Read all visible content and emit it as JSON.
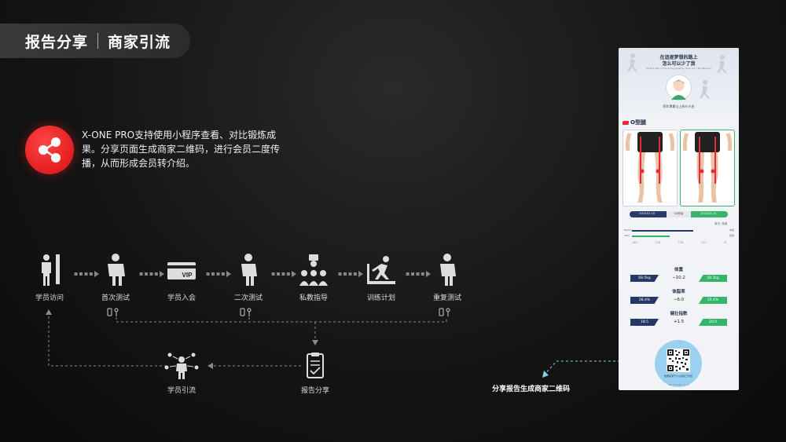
{
  "header": {
    "title_left": "报告分享",
    "title_right": "商家引流"
  },
  "description": "X-ONE PRO支持使用小程序查看、对比锻炼成果。分享页面生成商家二维码，进行会员二度传播，从而形成会员转介绍。",
  "flow": {
    "steps": [
      "学员访问",
      "首次测试",
      "学员入会",
      "二次测试",
      "私教指导",
      "训练计划",
      "重复测试"
    ],
    "vip_text": "VIP",
    "report": "报告分享",
    "referral": "学员引流"
  },
  "caption": "分享报告生成商家二维码",
  "report": {
    "headline_1": "在追逐梦想的路上",
    "headline_2": "怎么可以少了我",
    "headline_sub": "On the Way of Pursuing Dreams, How Can I Be Absent?",
    "user_name": "阿尔卑斯山上的小小白",
    "tag": "O型腿",
    "date_before": "2018.02.10",
    "interval": "10天后",
    "date_after": "2018.02.20",
    "unit": "单位: 角度",
    "chart_rows": [
      {
        "label": "Before",
        "right": "中度"
      },
      {
        "label": "After",
        "right": "轻微"
      }
    ],
    "ticks": [
      "180",
      "178",
      "176",
      "172",
      "N"
    ],
    "metrics": [
      {
        "title": "体重",
        "before": "68.5kg",
        "change": "−10.2",
        "after": "58.3kg"
      },
      {
        "title": "体脂率",
        "before": "28.4%",
        "change": "−6.0",
        "after": "22.4%"
      },
      {
        "title": "健壮指数",
        "before": "18.5",
        "change": "+1.5",
        "after": "20.0"
      }
    ],
    "qr_text": "数据来源于小小健身工作室",
    "footer_date": "2018.03.20 10:30"
  },
  "colors": {
    "accent_red": "#e52b2b",
    "before_navy": "#253766",
    "after_green": "#34b56a"
  }
}
